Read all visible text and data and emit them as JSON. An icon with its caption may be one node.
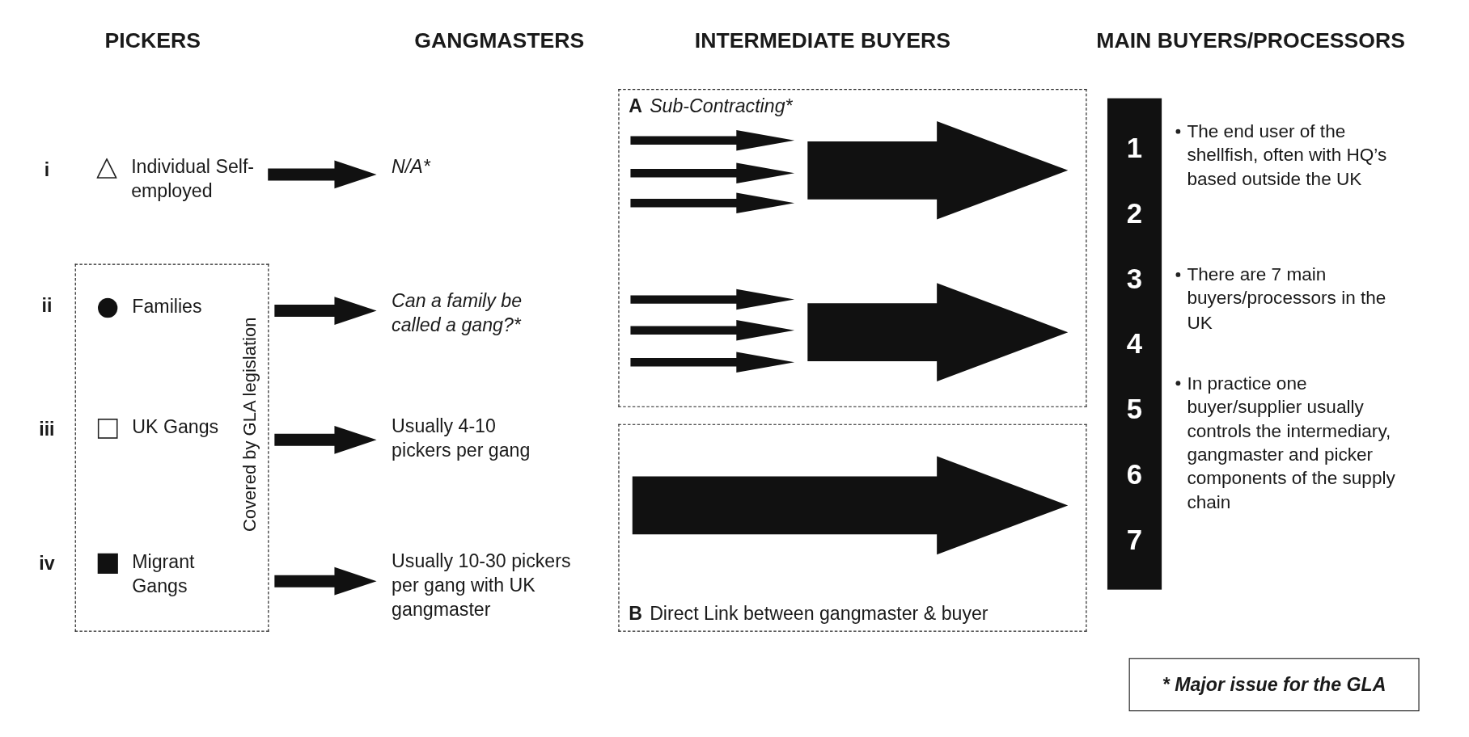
{
  "diagram": {
    "nodes": [
      {
        "text": [
          "Individual Self-employed"
        ]
      },
      {
        "text": [
          "Covered by GLA legislation"
        ]
      },
      {
        "text": [
          "Families"
        ],
        "in": 1
      },
      {
        "text": [
          "UK Gangs"
        ],
        "in": 1
      },
      {
        "text": [
          "Migrant Gangs"
        ],
        "in": 1
      },
      {
        "text": [
          "N/A*"
        ]
      },
      {
        "text": [
          "Can a family be called a gang?*"
        ]
      },
      {
        "text": [
          "Usually 4-10 pickers per gang"
        ]
      },
      {
        "text": [
          "Usually 10-30 pickers per gang with UK gangmaster"
        ]
      },
      {
        "text": [
          "A",
          "Sub-Contracting*"
        ]
      },
      {
        "text": [
          "B",
          "Direct Link between gangmaster & buyer"
        ]
      },
      {
        "text": [
          "1",
          "2",
          "3",
          "4",
          "5",
          "6",
          "7"
        ],
        "beside": [
          "The end user of the shellfish, often with HQ’s based outside the UK",
          "There are 7 main buyers/processors in the UK",
          "In practice one buyer/supplier usually controls the intermediary, gangmaster and picker components of the supply chain"
        ]
      },
      {
        "text": [
          "* Major issue for the GLA"
        ]
      }
    ],
    "edges": [
      {
        "from": 0,
        "to": 5,
        "arrow": "to"
      },
      {
        "from": 2,
        "to": 6,
        "arrow": "to"
      },
      {
        "from": 3,
        "to": 7,
        "arrow": "to"
      },
      {
        "from": 4,
        "to": 8,
        "arrow": "to"
      },
      {
        "from": null,
        "to": 11,
        "arrow": "to",
        "style": "thick"
      },
      {
        "from": null,
        "to": 11,
        "arrow": "to",
        "style": "thick"
      },
      {
        "from": null,
        "to": 11,
        "arrow": "to",
        "style": "thick"
      }
    ],
    "labels": [
      "PICKERS",
      "GANGMASTERS",
      "INTERMEDIATE BUYERS",
      "MAIN BUYERS/PROCESSORS",
      "i",
      "ii",
      "iii",
      "iv"
    ]
  }
}
